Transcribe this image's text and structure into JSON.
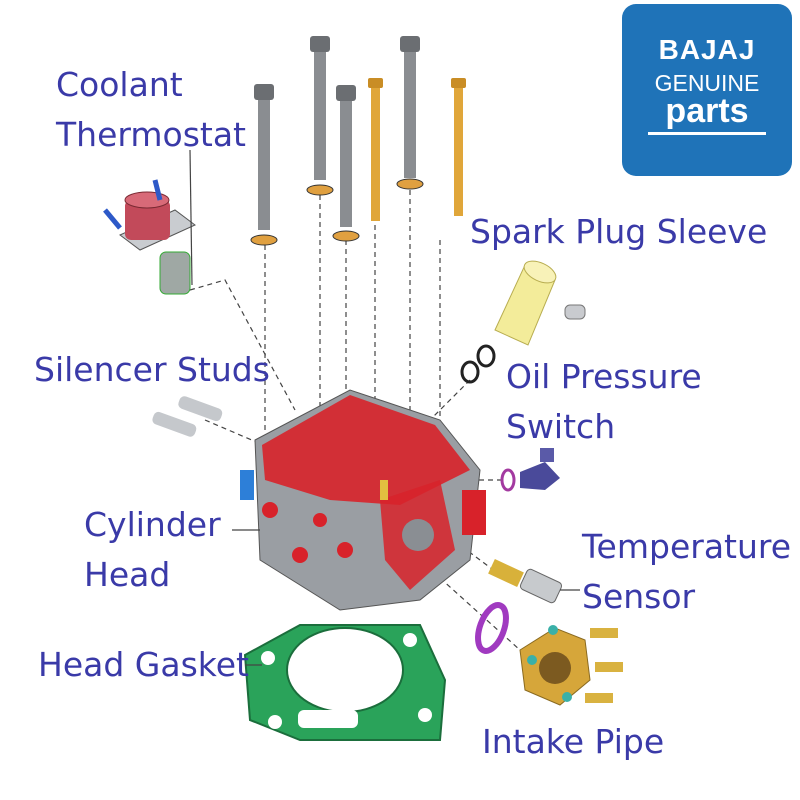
{
  "logo": {
    "brand": "BAJAJ",
    "line2": "GENUINE",
    "line3": "parts",
    "color": "#1f73b8"
  },
  "labels": {
    "coolant_thermostat": "Coolant Thermostat",
    "spark_plug_sleeve": "Spark Plug Sleeve",
    "silencer_studs": "Silencer Studs",
    "oil_pressure_switch": "Oil Pressure Switch",
    "cylinder_head": "Cylinder Head",
    "temperature_sensor": "Temperature Sensor",
    "head_gasket": "Head Gasket",
    "intake_pipe": "Intake Pipe"
  },
  "colors": {
    "label_text": "#3a3aa8",
    "head_body": "#9a9ea3",
    "head_gasket_face": "#d8222a",
    "head_gasket": "#2aa35a",
    "spark_plug_sleeve": "#f3ec9a",
    "intake_pipe": "#d6a63a",
    "bolts_gray": "#8a8d91",
    "bolts_gold": "#e0a63a"
  }
}
